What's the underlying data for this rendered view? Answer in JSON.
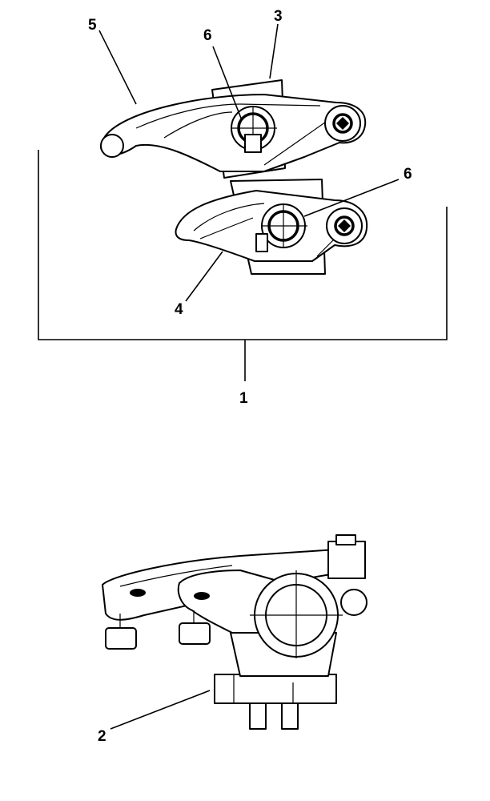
{
  "callouts": {
    "c1": "1",
    "c2": "2",
    "c3": "3",
    "c4": "4",
    "c5": "5",
    "c6a": "6",
    "c6b": "6"
  }
}
